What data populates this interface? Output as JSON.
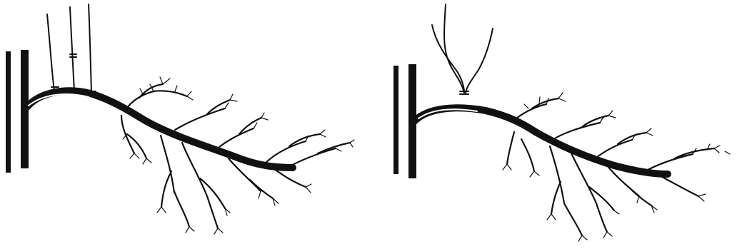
{
  "figure": {
    "caption": "",
    "stroke_color": "#111111",
    "background_color": "#ffffff",
    "panels": [
      {
        "name": "left-panel",
        "trellis_posts": 2,
        "vertical_shoots": 3,
        "shoot_ties": 3,
        "description_visible_text": ""
      },
      {
        "name": "right-panel",
        "trellis_posts": 2,
        "vertical_shoots": 2,
        "shoot_ties": 1,
        "description_visible_text": ""
      }
    ]
  }
}
